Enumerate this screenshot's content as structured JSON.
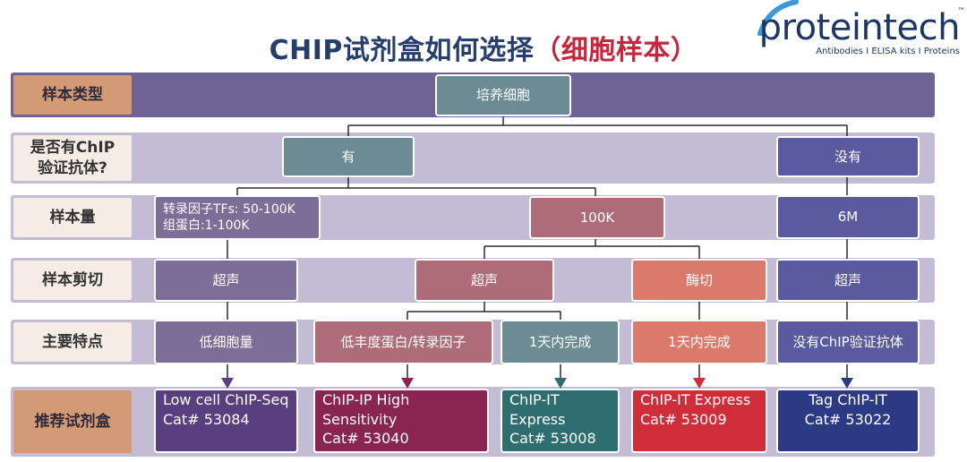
{
  "header": {
    "title_main": "CHIP试剂盒如何选择",
    "title_paren": "（细胞样本）"
  },
  "logo": {
    "name": "proteintech",
    "tm": "™",
    "tagline": "Antibodies  I  ELISA kits  I  Proteins"
  },
  "rows": {
    "sample_type": "样本类型",
    "chip_antibody_1": "是否有ChIP",
    "chip_antibody_2": "验证抗体?",
    "sample_amount": "样本量",
    "shearing": "样本剪切",
    "features": "主要特点",
    "kit": "推荐试剂盒"
  },
  "nodes": {
    "cultured_cells": "培养细胞",
    "yes": "有",
    "no": "没有",
    "tf_amount_1": "转录因子TFs: 50-100K",
    "tf_amount_2": "组蛋白:1-100K",
    "amount_100k": "100K",
    "amount_6m": "6M",
    "sonication_1": "超声",
    "sonication_2": "超声",
    "enzymatic": "酶切",
    "sonication_3": "超声",
    "low_cell": "低细胞量",
    "low_abundance": "低丰度蛋白/转录因子",
    "one_day_1": "1天内完成",
    "one_day_2": "1天内完成",
    "no_antibody": "没有ChIP验证抗体"
  },
  "kits": [
    {
      "name": "Low cell ChIP-Seq",
      "cat": "Cat# 53084"
    },
    {
      "name": "ChIP-IP High Sensitivity",
      "cat": "Cat# 53040"
    },
    {
      "name": "ChIP-IT Express",
      "cat": "Cat# 53008"
    },
    {
      "name": "ChIP-IT Express",
      "cat": "Cat# 53009"
    },
    {
      "name": "Tag ChIP-IT",
      "cat": "Cat# 53022"
    }
  ],
  "colors": {
    "title": "#263e6b",
    "title_highlight": "#c4273e",
    "band_top": "#6f6294",
    "band": "#c3bcd4",
    "arrow_purple": "#5a3f80",
    "arrow_wine": "#892550",
    "arrow_teal": "#2f6e70",
    "arrow_red": "#cf2d3a",
    "arrow_navy": "#2c3a85"
  }
}
